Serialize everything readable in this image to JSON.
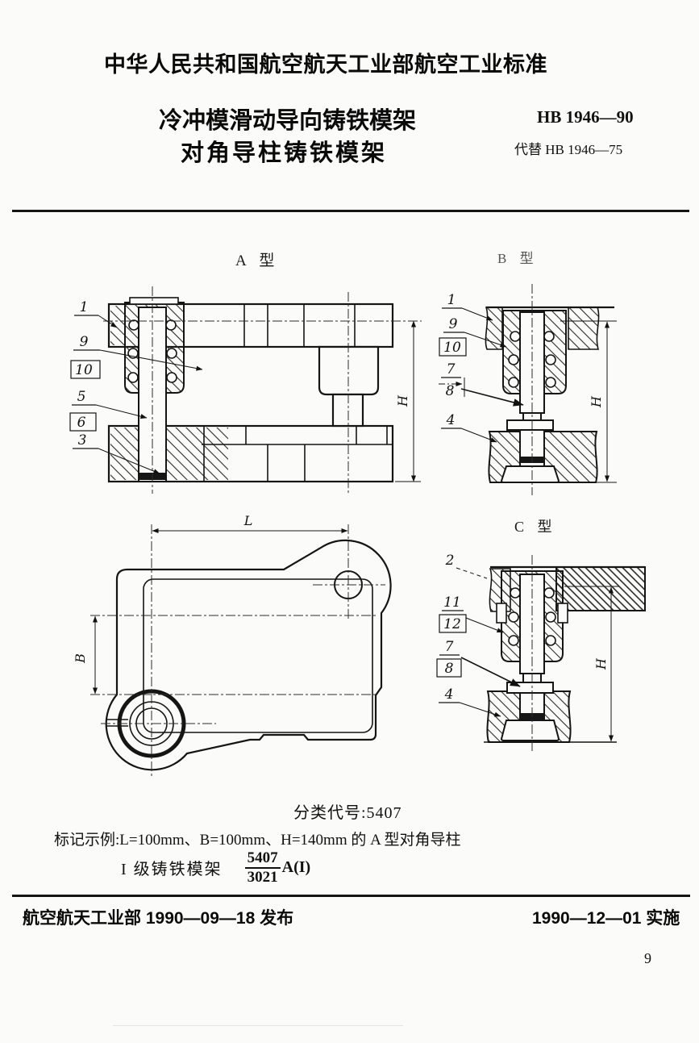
{
  "document": {
    "org_standard_line": "中华人民共和国航空航天工业部航空工业标准",
    "title_line1": "冷冲模滑动导向铸铁模架",
    "title_line2": "对角导柱铸铁模架",
    "standard_code": "HB 1946—90",
    "replaces": "代替 HB 1946—75"
  },
  "figures": {
    "type_a": {
      "label": "A 型",
      "callouts": [
        "1",
        "9",
        "10",
        "5",
        "6",
        "3"
      ],
      "dim_height": "H"
    },
    "type_b": {
      "label": "B 型",
      "callouts": [
        "1",
        "9",
        "10",
        "7",
        "8",
        "4"
      ],
      "dim_height": "H"
    },
    "type_c": {
      "label": "C 型",
      "callouts": [
        "2",
        "11",
        "12",
        "7",
        "8",
        "4"
      ],
      "dim_height": "H"
    },
    "plan_view": {
      "dim_length": "L",
      "dim_width": "B"
    }
  },
  "notes": {
    "classification": "分类代号:5407",
    "marking_example": "标记示例:L=100mm、B=100mm、H=140mm 的 A 型对角导柱",
    "grade_label": "I 级铸铁模架",
    "designation_numerator": "5407",
    "designation_denominator": "3021",
    "designation_suffix": "A(I)"
  },
  "footer": {
    "issued_line": "航空航天工业部 1990—09—18 发布",
    "implemented_line": "1990—12—01 实施",
    "page_number": "9"
  }
}
